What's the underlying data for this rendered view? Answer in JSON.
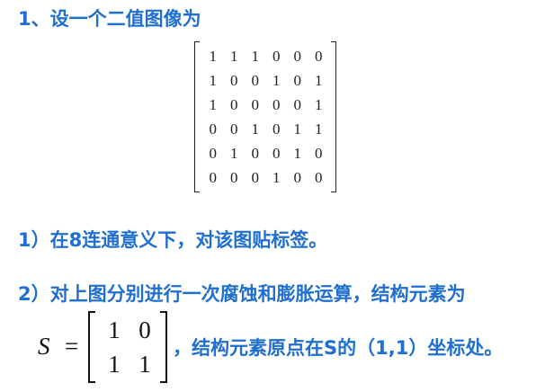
{
  "q1": {
    "heading": "1、设一个二值图像为",
    "matrix": [
      [
        "1",
        "1",
        "1",
        "0",
        "0",
        "0"
      ],
      [
        "1",
        "0",
        "0",
        "1",
        "0",
        "1"
      ],
      [
        "1",
        "0",
        "0",
        "0",
        "0",
        "1"
      ],
      [
        "0",
        "0",
        "1",
        "0",
        "1",
        "1"
      ],
      [
        "0",
        "1",
        "0",
        "0",
        "1",
        "0"
      ],
      [
        "0",
        "0",
        "0",
        "1",
        "0",
        "0"
      ]
    ],
    "sub1": "1）在8连通意义下，对该图贴标签。"
  },
  "q2": {
    "sub2": "2）对上图分别进行一次腐蚀和膨胀运算，结构元素为",
    "s_var": "S",
    "s_eq": "=",
    "s_matrix": [
      [
        "1",
        "0"
      ],
      [
        "1",
        "1"
      ]
    ],
    "tail": "，结构元素原点在S的（1,1）坐标处。"
  },
  "colors": {
    "heading_blue": "#1f6fd1",
    "math_black": "#222222"
  }
}
